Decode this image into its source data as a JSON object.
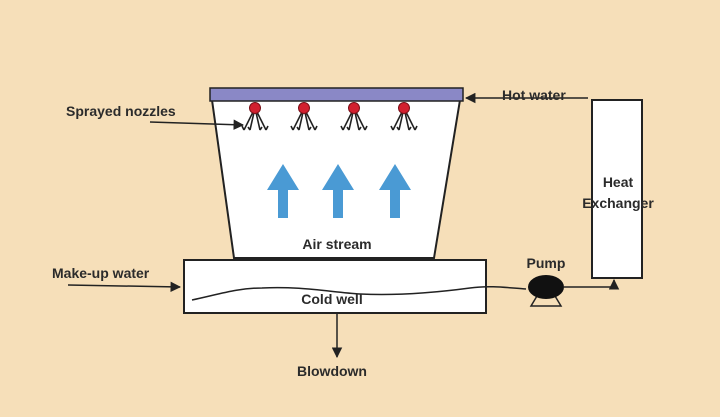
{
  "diagram": {
    "labels": {
      "sprayed_nozzles": "Sprayed nozzles",
      "hot_water": "Hot water",
      "heat_exchanger_line1": "Heat",
      "heat_exchanger_line2": "Exchanger",
      "air_stream": "Air stream",
      "make_up_water": "Make-up water",
      "pump": "Pump",
      "cold_well": "Cold well",
      "blowdown": "Blowdown"
    },
    "colors": {
      "background": "#f6dfb9",
      "tower_fill": "#ffffff",
      "outline": "#222222",
      "distribution_bar": "#8a88c6",
      "nozzle": "#d2202f",
      "air_arrow": "#4a9ad4",
      "pump": "#111111"
    }
  }
}
